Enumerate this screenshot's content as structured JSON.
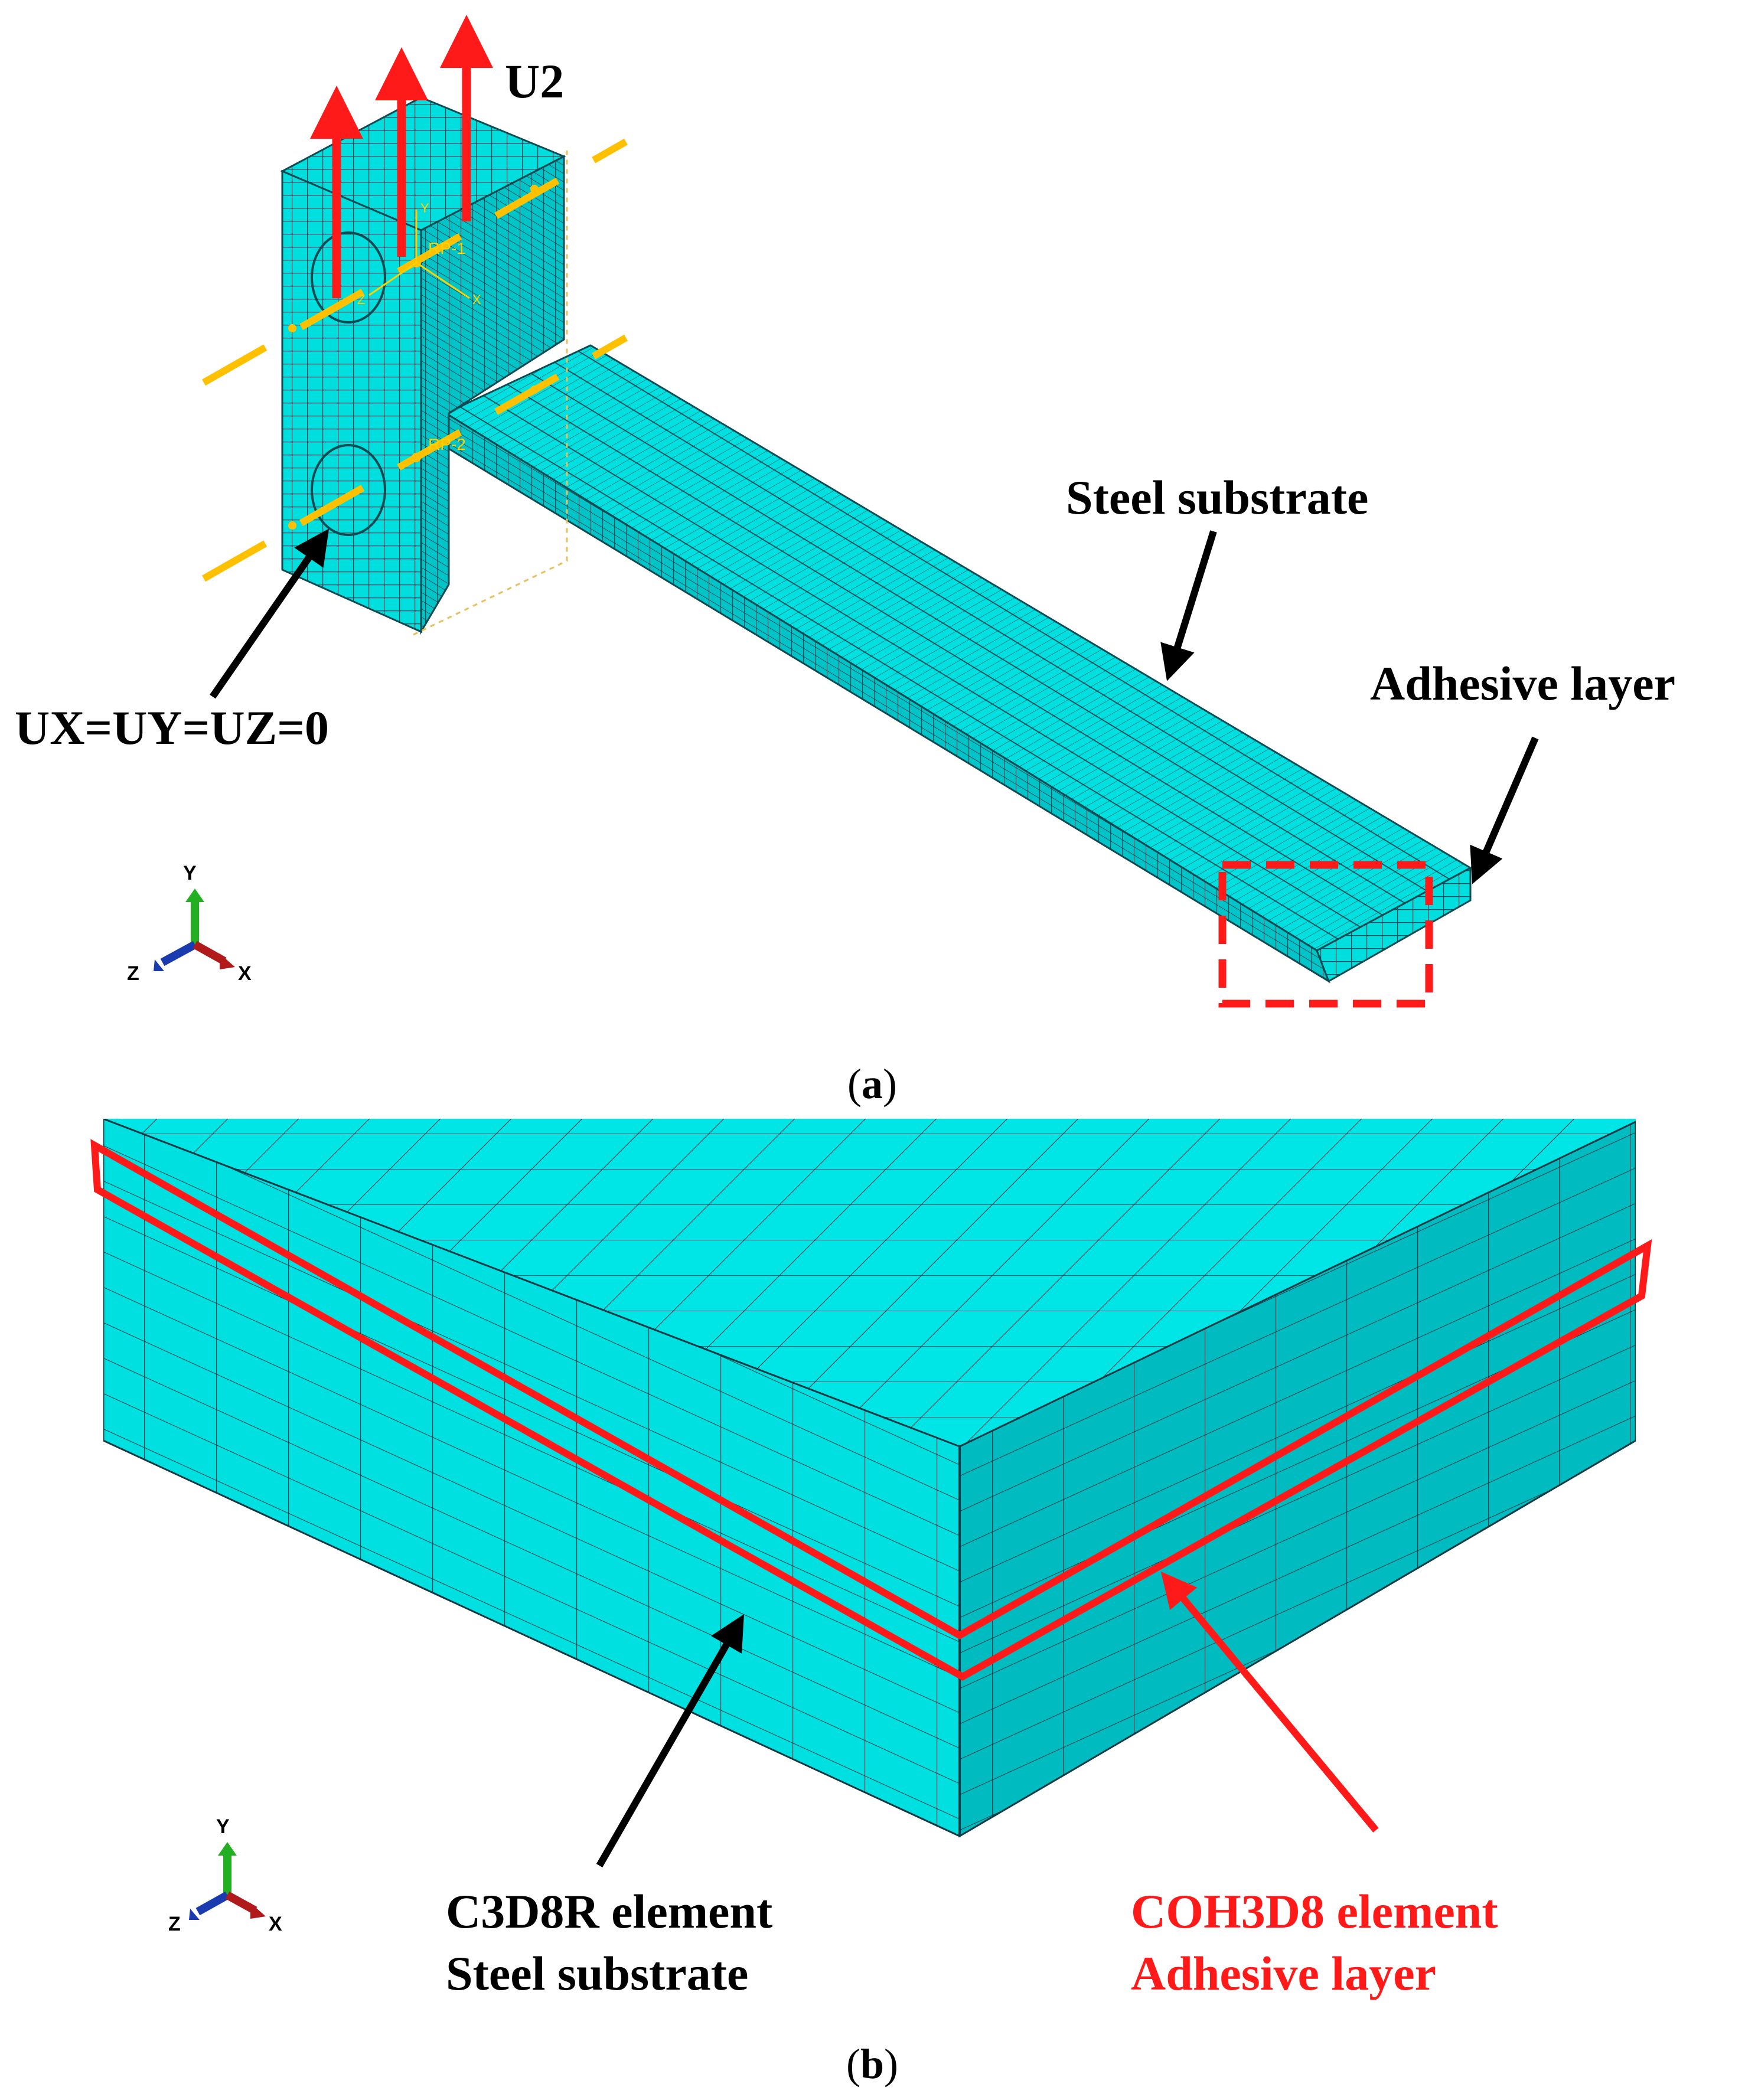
{
  "panel_a": {
    "load_label": "U2",
    "boundary_label": "UX=UY=UZ=0",
    "steel_label": "Steel substrate",
    "adhesive_label": "Adhesive layer",
    "ref_point_1": "RP-1",
    "ref_point_2": "RP-2",
    "local_axis_y": "Y",
    "local_axis_x": "X",
    "local_axis_z": "Z",
    "triad": {
      "y": "Y",
      "x": "X",
      "z": "Z"
    },
    "caption_open": "(",
    "caption_letter": "a",
    "caption_close": ")"
  },
  "panel_b": {
    "c3d8r_line1": "C3D8R element",
    "c3d8r_line2": "Steel substrate",
    "coh_line1": "COH3D8 element",
    "coh_line2": "Adhesive layer",
    "triad": {
      "y": "Y",
      "x": "X",
      "z": "Z"
    },
    "caption_open": "(",
    "caption_letter": "b",
    "caption_close": ")"
  },
  "colors": {
    "mesh_fill": "#00e0e0",
    "mesh_fill_dark": "#00b4b8",
    "mesh_line": "#0a3a44",
    "highlight_red": "#ff1a1a",
    "pin_yellow": "#ffc000",
    "arrow_black": "#000000",
    "axis_y_green": "#22b022",
    "axis_x_red": "#b01a1a",
    "axis_z_blue": "#1a3ab0"
  }
}
